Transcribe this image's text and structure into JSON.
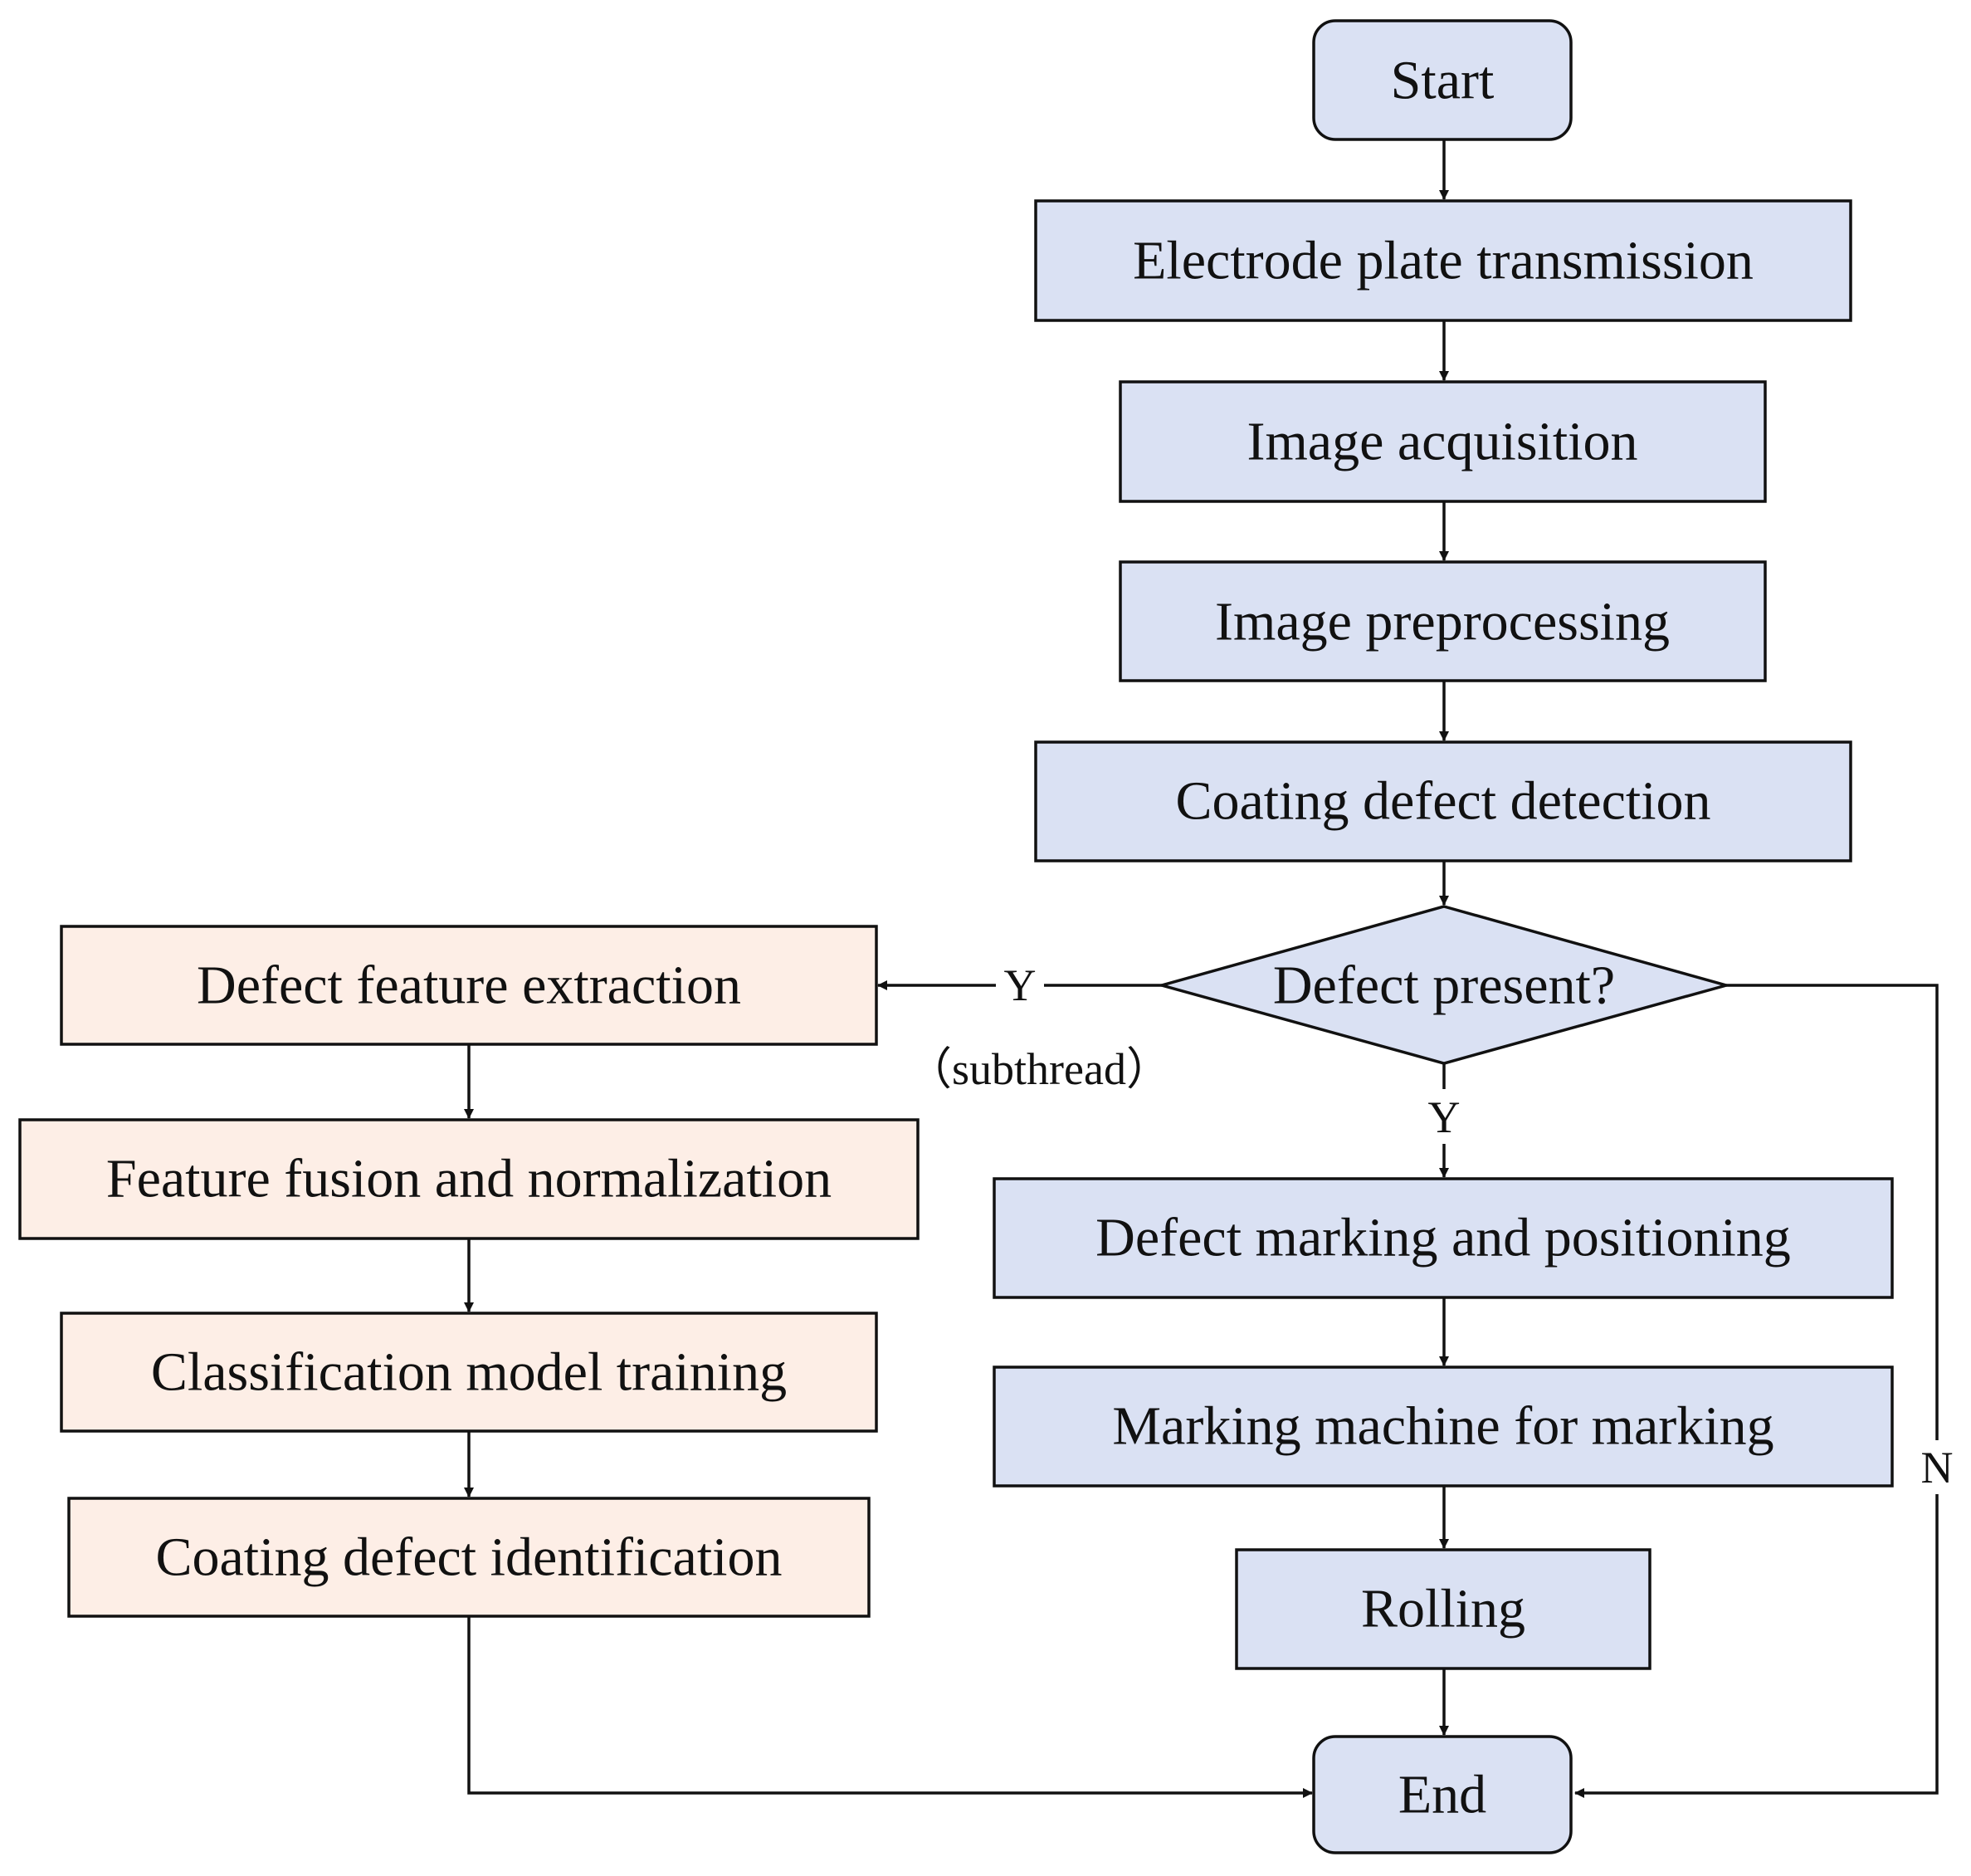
{
  "colors": {
    "main_fill": "#dae1f3",
    "sub_fill": "#fdeee6",
    "stroke": "#111111",
    "text": "#111111"
  },
  "nodes": {
    "start": "Start",
    "electrode_plate_transmission": "Electrode plate transmission",
    "image_acquisition": "Image acquisition",
    "image_preprocessing": "Image preprocessing",
    "coating_defect_detection": "Coating defect detection",
    "defect_present": "Defect present?",
    "defect_marking_and_positioning": "Defect marking and positioning",
    "marking_machine_for_marking": "Marking machine for marking",
    "rolling": "Rolling",
    "end": "End",
    "defect_feature_extraction": "Defect feature extraction",
    "feature_fusion_and_normalization": "Feature fusion and normalization",
    "classification_model_training": "Classification model training",
    "coating_defect_identification": "Coating defect identification"
  },
  "edge_labels": {
    "yes_left": "Y",
    "subthread": "（subthread）",
    "yes_down": "Y",
    "no_right": "N"
  }
}
